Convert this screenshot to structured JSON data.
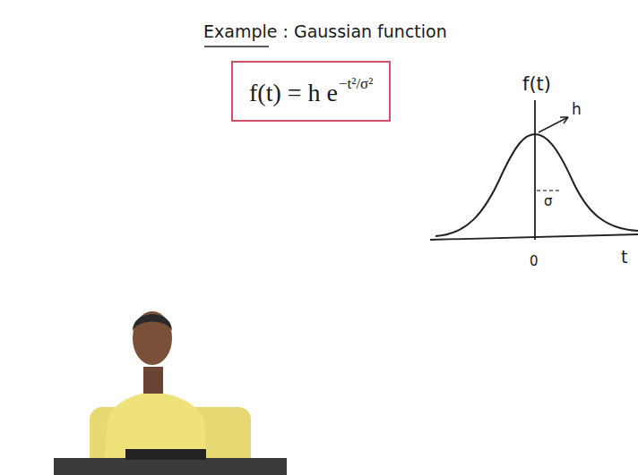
{
  "diagram": {
    "title": "Example : Gaussian function",
    "nodes": [
      {
        "text": [
          "f(t) = h e",
          "−t²/σ²"
        ]
      }
    ],
    "labels": [
      "f(t)",
      "h",
      "σ",
      "0",
      "t"
    ]
  }
}
